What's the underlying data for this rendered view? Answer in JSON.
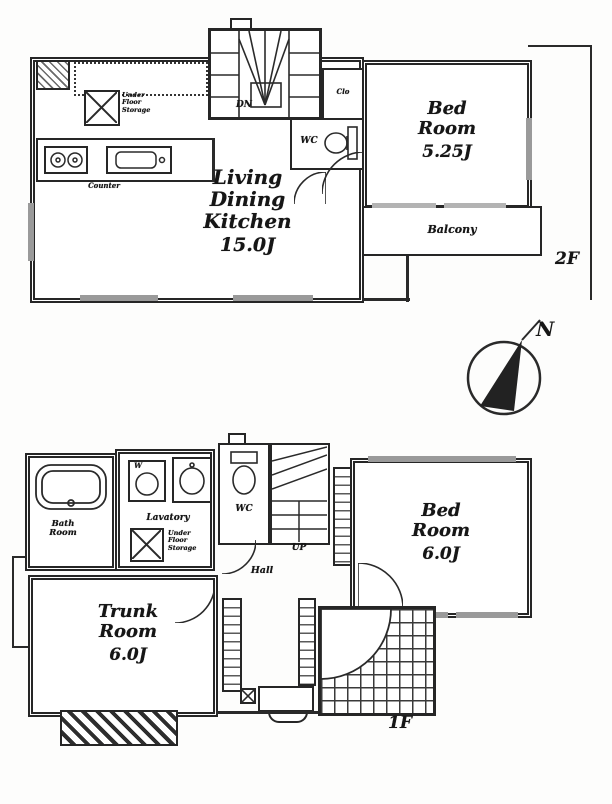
{
  "meta": {
    "ink_color": "#262626",
    "paper_color": "#ffffff"
  },
  "icons": {
    "compass-icon": "circle-with-north-needle",
    "stairs-winder-icon": "fan-tread-staircase",
    "stairs-straight-icon": "straight-tread-staircase",
    "toilet-icon": "tank-and-bowl",
    "bathtub-icon": "rounded-tub",
    "washer-icon": "square-with-drum-circle",
    "sink-icon": "basin-oval",
    "stove-icon": "two-burners",
    "under-floor-storage-icon": "crossed-box",
    "door-arc-icon": "quarter-circle-swing",
    "refrigerator-space-icon": "dotted-rectangle"
  },
  "compass": {
    "north": "N"
  },
  "floor2": {
    "label": "2F",
    "ldk_l1": "Living",
    "ldk_l2": "Dining",
    "ldk_l3": "Kitchen",
    "ldk_size": "15.0J",
    "bed_l1": "Bed",
    "bed_l2": "Room",
    "bed_size": "5.25J",
    "balcony": "Balcony",
    "dn": "DN",
    "wc": "WC",
    "clo": "Clo",
    "counter": "Counter",
    "ufs_l1": "Under",
    "ufs_l2": "Floor",
    "ufs_l3": "Storage"
  },
  "floor1": {
    "label": "1F",
    "bath_l1": "Bath",
    "bath_l2": "Room",
    "lavatory": "Lavatory",
    "washer": "W",
    "ufs_l1": "Under",
    "ufs_l2": "Floor",
    "ufs_l3": "Storage",
    "wc": "WC",
    "up": "UP",
    "hall": "Hall",
    "bed_l1": "Bed",
    "bed_l2": "Room",
    "bed_size": "6.0J",
    "trunk_l1": "Trunk",
    "trunk_l2": "Room",
    "trunk_size": "6.0J"
  }
}
